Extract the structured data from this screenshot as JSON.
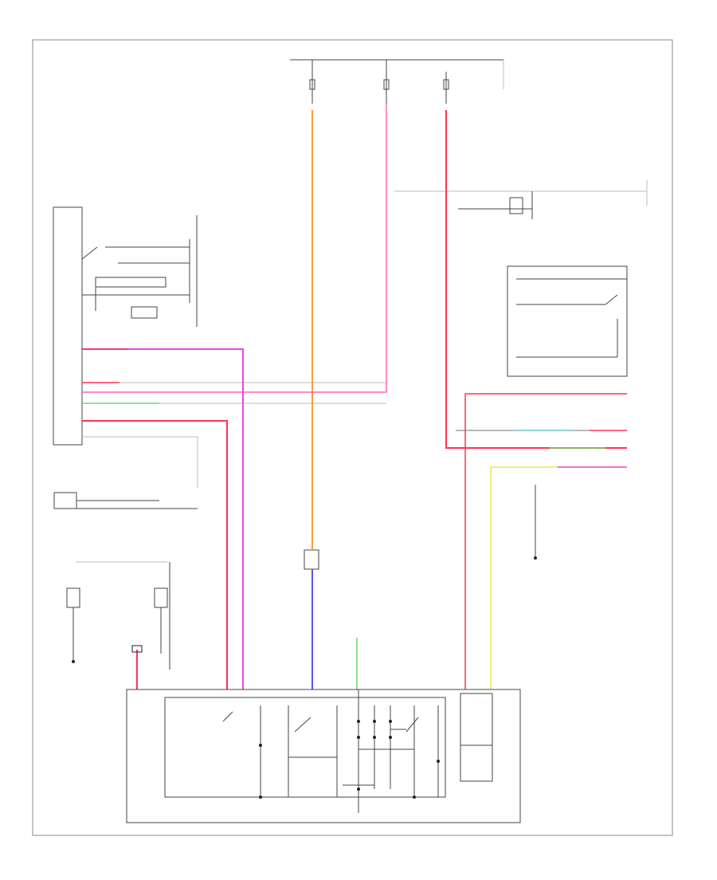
{
  "diagram": {
    "page_label": "",
    "colors": {
      "orange": "#ff9a3c",
      "pink": "#ff66b3",
      "red": "#ff3355",
      "magenta": "#ee44ee",
      "blue": "#5555ee",
      "green": "#66dd66",
      "yellow": "#e8e85a",
      "gray": "#bbbbbb",
      "black": "#222222"
    },
    "wires": [
      {
        "id": "w-orange-main",
        "color": "orange"
      },
      {
        "id": "w-pink-main",
        "color": "pink"
      },
      {
        "id": "w-red-main",
        "color": "red"
      },
      {
        "id": "w-magenta-top",
        "color": "magenta"
      },
      {
        "id": "w-red-left",
        "color": "red"
      },
      {
        "id": "w-blue",
        "color": "blue"
      },
      {
        "id": "w-green",
        "color": "green"
      },
      {
        "id": "w-yellow",
        "color": "yellow"
      },
      {
        "id": "w-red-right",
        "color": "red"
      }
    ]
  }
}
